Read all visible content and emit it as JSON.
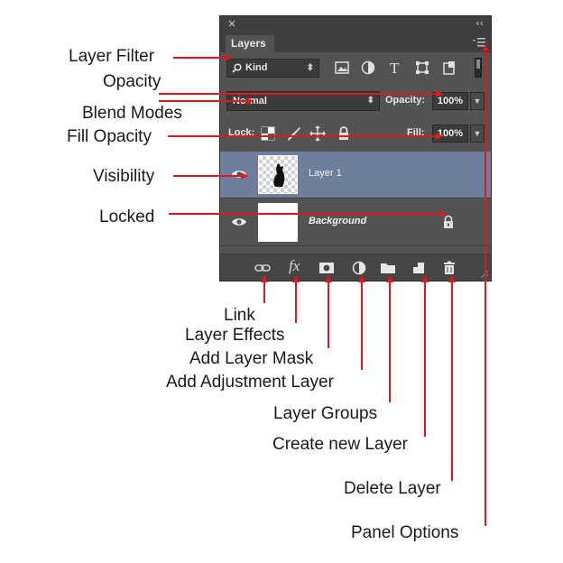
{
  "panel": {
    "close_glyph": "×",
    "collapse_glyph": "‹‹",
    "tab_label": "Layers",
    "filter": {
      "kind_label": "Kind"
    },
    "blend": {
      "mode": "Normal",
      "opacity_label": "Opacity:",
      "opacity_value": "100%"
    },
    "lock": {
      "label": "Lock:",
      "fill_label": "Fill:",
      "fill_value": "100%"
    },
    "layers": [
      {
        "name": "Layer 1",
        "selected": true,
        "visible": true
      },
      {
        "name": "Background",
        "selected": false,
        "visible": true,
        "locked": true
      }
    ],
    "bottom_icons": [
      "link-icon",
      "fx-icon",
      "layer-mask-icon",
      "adjustment-layer-icon",
      "folder-icon",
      "new-layer-icon",
      "trash-icon"
    ],
    "fx_text": "fx",
    "colors": {
      "panel_bg": "#535353",
      "selected_row": "#6e7e9c",
      "leader_red": "#e0181c"
    }
  },
  "callouts": {
    "layer_filter": "Layer Filter",
    "opacity": "Opacity",
    "blend_modes": "Blend Modes",
    "fill_opacity": "Fill Opacity",
    "visibility": "Visibility",
    "locked": "Locked",
    "link": "Link",
    "layer_effects": "Layer Effects",
    "add_layer_mask": "Add Layer Mask",
    "add_adjustment_layer": "Add Adjustment Layer",
    "layer_groups": "Layer Groups",
    "create_new_layer": "Create new Layer",
    "delete_layer": "Delete Layer",
    "panel_options": "Panel Options"
  }
}
